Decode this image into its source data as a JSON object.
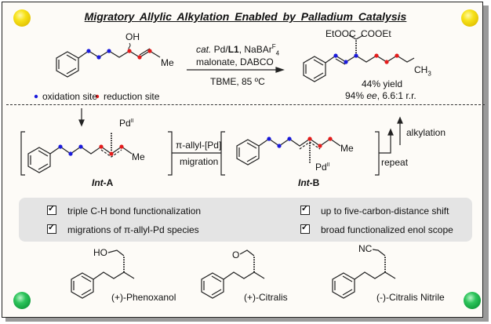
{
  "title": "Migratory Allylic Alkylation Enabled by Palladium Catalysis",
  "legend": {
    "oxidation": "oxidation site",
    "reduction": "reduction site",
    "oxidation_color": "#1a1adb",
    "reduction_color": "#e41b1b"
  },
  "substrate": {
    "oh_label": "OH",
    "me_label": "Me"
  },
  "conditions": {
    "line1_italic": "cat.",
    "line1_rest": " Pd/",
    "ligand": "L1",
    "line1_tail": ", NaBAr",
    "super_f": "F",
    "sub_4": "4",
    "line2": "malonate, DABCO",
    "line3": "TBME, 85 ºC"
  },
  "product": {
    "left_ester": "EtOOC",
    "right_ester": "COOEt",
    "ch3": "CH",
    "ch3_sub": "3",
    "yield": "44% yield",
    "ee_value": "94% ",
    "ee_italic": "ee",
    "rr": ", 6.6:1 r.r."
  },
  "intermediates": {
    "pd_label": "Pd",
    "pd_ox": "II",
    "me_label": "Me",
    "int_a_prefix": "Int",
    "int_a_suffix": "-A",
    "int_b_prefix": "Int",
    "int_b_suffix": "-B",
    "migration_top": "π-allyl-[Pd]",
    "migration_bottom": "migration",
    "repeat": "repeat",
    "alkylation": "alkylation"
  },
  "features": [
    "triple C-H bond functionalization",
    "migrations of π-allyl-Pd species",
    "up to five-carbon-distance shift",
    "broad functionalized enol scope"
  ],
  "targets": [
    {
      "name": "(+)-Phenoxanol",
      "group": "HO"
    },
    {
      "name": "(+)-Citralis",
      "group": "O"
    },
    {
      "name": "(-)-Citralis Nitrile",
      "group": "NC"
    }
  ]
}
